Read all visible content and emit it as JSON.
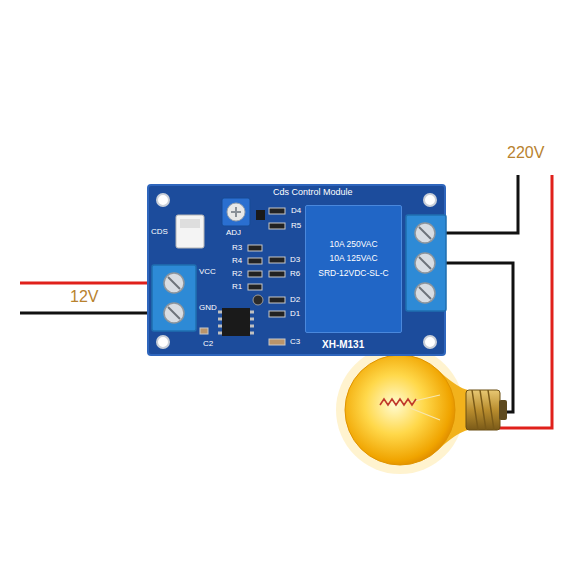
{
  "diagram": {
    "nodes": [
      {
        "text": [
          "Cds Control Module",
          "XH-M131"
        ]
      },
      {
        "text": [
          "10A 250VAC",
          "10A 125VAC",
          "SRD-12VDC-SL-C"
        ],
        "in": 0
      }
    ],
    "labels": [
      "220V",
      "12V",
      "CDS",
      "ADJ",
      "VCC",
      "GND",
      "D4",
      "R5",
      "R3",
      "R4",
      "R2",
      "R1",
      "D3",
      "R6",
      "D2",
      "D1",
      "C3",
      "C2"
    ]
  }
}
